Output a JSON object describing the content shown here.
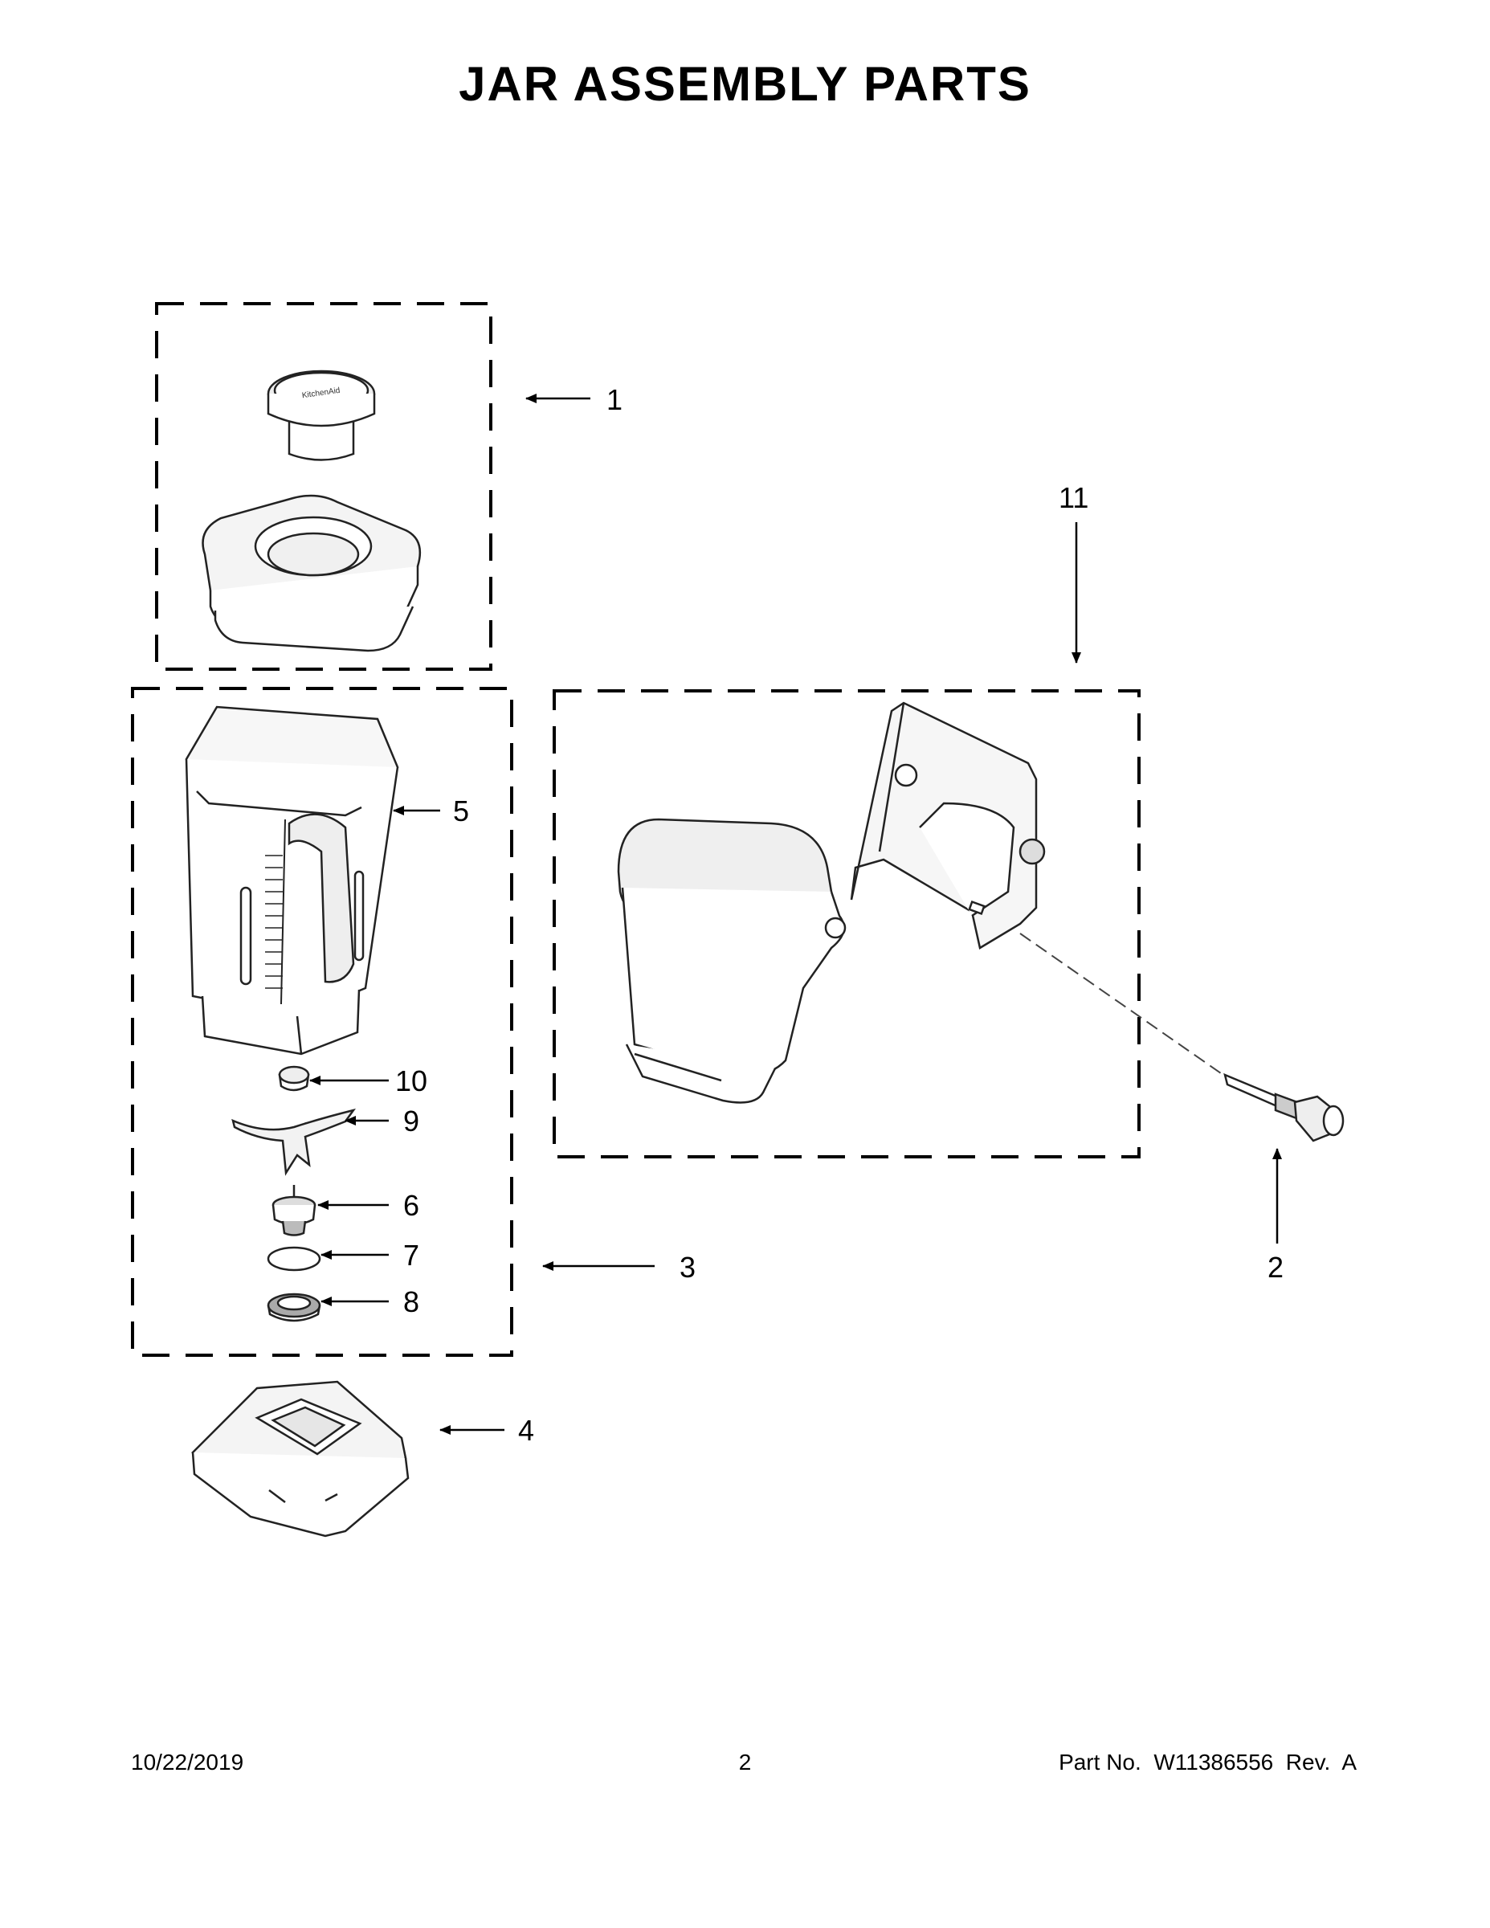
{
  "title": "JAR ASSEMBLY PARTS",
  "callouts": {
    "c1": "1",
    "c2": "2",
    "c3": "3",
    "c4": "4",
    "c5": "5",
    "c6": "6",
    "c7": "7",
    "c8": "8",
    "c9": "9",
    "c10": "10",
    "c11": "11"
  },
  "footer": {
    "date": "10/22/2019",
    "page": "2",
    "part": "Part No.  W11386556  Rev.  A"
  }
}
